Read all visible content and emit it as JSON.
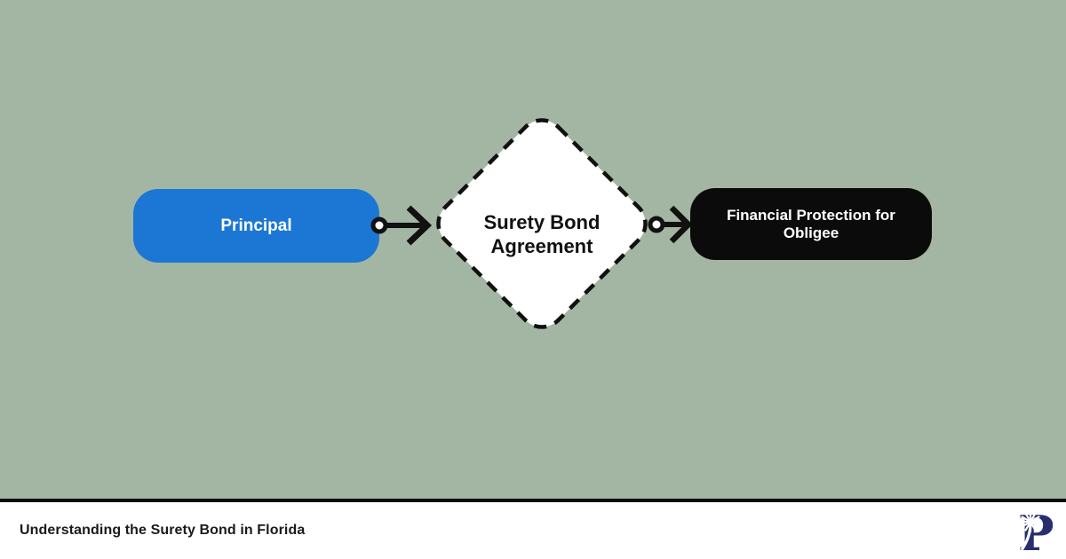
{
  "diagram": {
    "nodes": [
      {
        "id": "principal",
        "label": "Principal",
        "shape": "rounded-rect",
        "bg": "#1B77D3",
        "text_color": "#FFFFFF"
      },
      {
        "id": "agreement",
        "label": "Surety Bond Agreement",
        "shape": "dashed-diamond",
        "bg": "#FFFFFF",
        "border_color": "#111111",
        "text_color": "#111111"
      },
      {
        "id": "obligee",
        "label": "Financial Protection for Obligee",
        "shape": "rounded-rect",
        "bg": "#0B0B0B",
        "text_color": "#FFFFFF"
      }
    ],
    "connectors": [
      {
        "from": "principal",
        "to": "agreement",
        "style": "circle-start-open-arrowhead",
        "color": "#111111"
      },
      {
        "from": "agreement",
        "to": "obligee",
        "style": "circle-start-open-arrowhead",
        "color": "#111111"
      }
    ]
  },
  "footer": {
    "caption": "Understanding the Surety Bond in Florida",
    "logo": {
      "letter": "P",
      "icon": "palm-tree-p-logo",
      "color": "#272F6E"
    }
  },
  "colors": {
    "background": "#A3B6A4",
    "footer_bg": "#FFFFFF",
    "divider": "#0B0B0B"
  }
}
